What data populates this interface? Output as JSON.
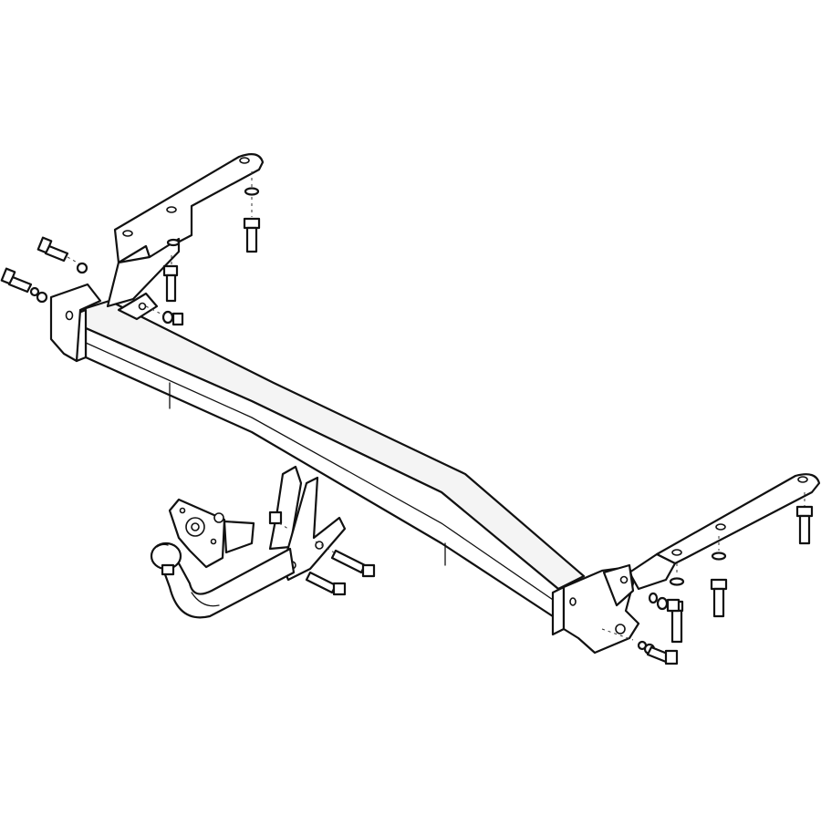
{
  "drawing": {
    "line_color": "#111111",
    "background": "#ffffff",
    "components": [
      "main-crossbar",
      "left-mounting-bracket",
      "right-mounting-bracket",
      "swan-neck-arm",
      "tow-ball",
      "socket-plate",
      "bolt-set"
    ]
  }
}
